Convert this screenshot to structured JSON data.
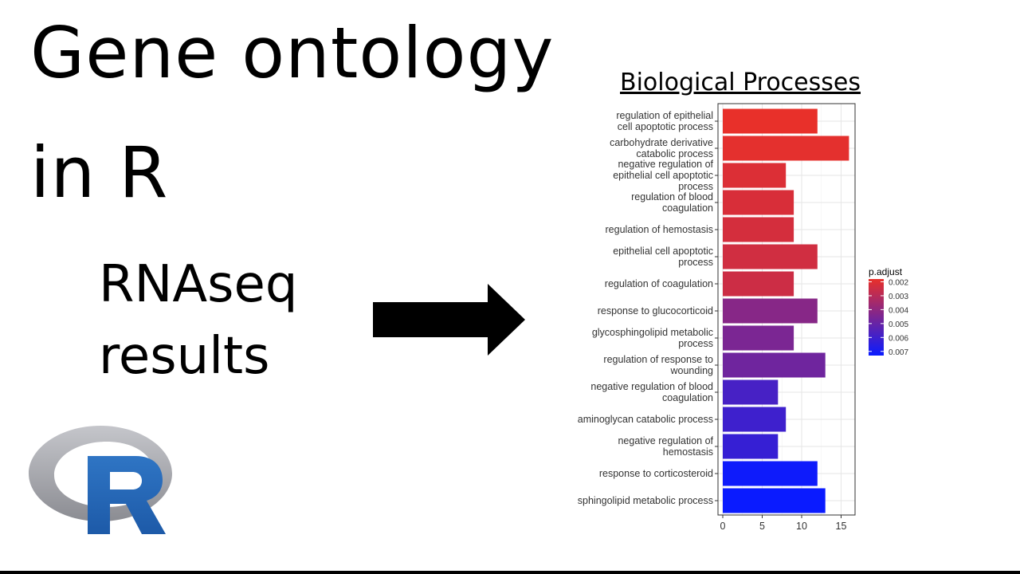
{
  "slide": {
    "title_line1": "Gene ontology",
    "title_line2": "in R",
    "subtitle_line1": "RNAseq",
    "subtitle_line2": "results"
  },
  "colors": {
    "low_padj": "#e8302a",
    "high_padj": "#0a1bff",
    "logo_ring": "#a9aab0",
    "logo_letter": "#2266b8"
  },
  "icons": [
    "right-arrow-icon",
    "r-logo-icon"
  ],
  "chart_data": {
    "type": "bar",
    "orientation": "horizontal",
    "title": "Biological Processes",
    "xlabel": "",
    "ylabel": "",
    "xlim": [
      0,
      16.5
    ],
    "xticks": [
      0,
      5,
      10,
      15
    ],
    "grid": true,
    "categories": [
      "regulation of epithelial cell apoptotic process",
      "carbohydrate derivative catabolic process",
      "negative regulation of epithelial cell apoptotic process",
      "regulation of blood coagulation",
      "regulation of hemostasis",
      "epithelial cell apoptotic process",
      "regulation of coagulation",
      "response to glucocorticoid",
      "glycosphingolipid metabolic process",
      "regulation of response to wounding",
      "negative regulation of blood coagulation",
      "aminoglycan catabolic process",
      "negative regulation of hemostasis",
      "response to corticosteroid",
      "sphingolipid metabolic process"
    ],
    "category_lines": [
      [
        "regulation of epithelial",
        "cell apoptotic process"
      ],
      [
        "carbohydrate derivative",
        "catabolic process"
      ],
      [
        "negative regulation of",
        "epithelial cell apoptotic",
        "process"
      ],
      [
        "regulation of blood",
        "coagulation"
      ],
      [
        "regulation of hemostasis"
      ],
      [
        "epithelial cell apoptotic",
        "process"
      ],
      [
        "regulation of coagulation"
      ],
      [
        "response to glucocorticoid"
      ],
      [
        "glycosphingolipid metabolic",
        "process"
      ],
      [
        "regulation of response to",
        "wounding"
      ],
      [
        "negative regulation of blood",
        "coagulation"
      ],
      [
        "aminoglycan catabolic process"
      ],
      [
        "negative regulation of",
        "hemostasis"
      ],
      [
        "response to corticosteroid"
      ],
      [
        "sphingolipid metabolic process"
      ]
    ],
    "values": [
      12,
      16,
      8,
      9,
      9,
      12,
      9,
      12,
      9,
      13,
      7,
      8,
      7,
      12,
      13
    ],
    "p_adjust": [
      0.0018,
      0.0019,
      0.0021,
      0.0022,
      0.0023,
      0.0024,
      0.0025,
      0.0042,
      0.0045,
      0.0048,
      0.0058,
      0.006,
      0.0062,
      0.0072,
      0.0073
    ],
    "legend": {
      "title": "p.adjust",
      "position": "right",
      "labels": [
        "0.002",
        "0.003",
        "0.004",
        "0.005",
        "0.006",
        "0.007"
      ],
      "range": [
        0.0018,
        0.0073
      ]
    }
  }
}
